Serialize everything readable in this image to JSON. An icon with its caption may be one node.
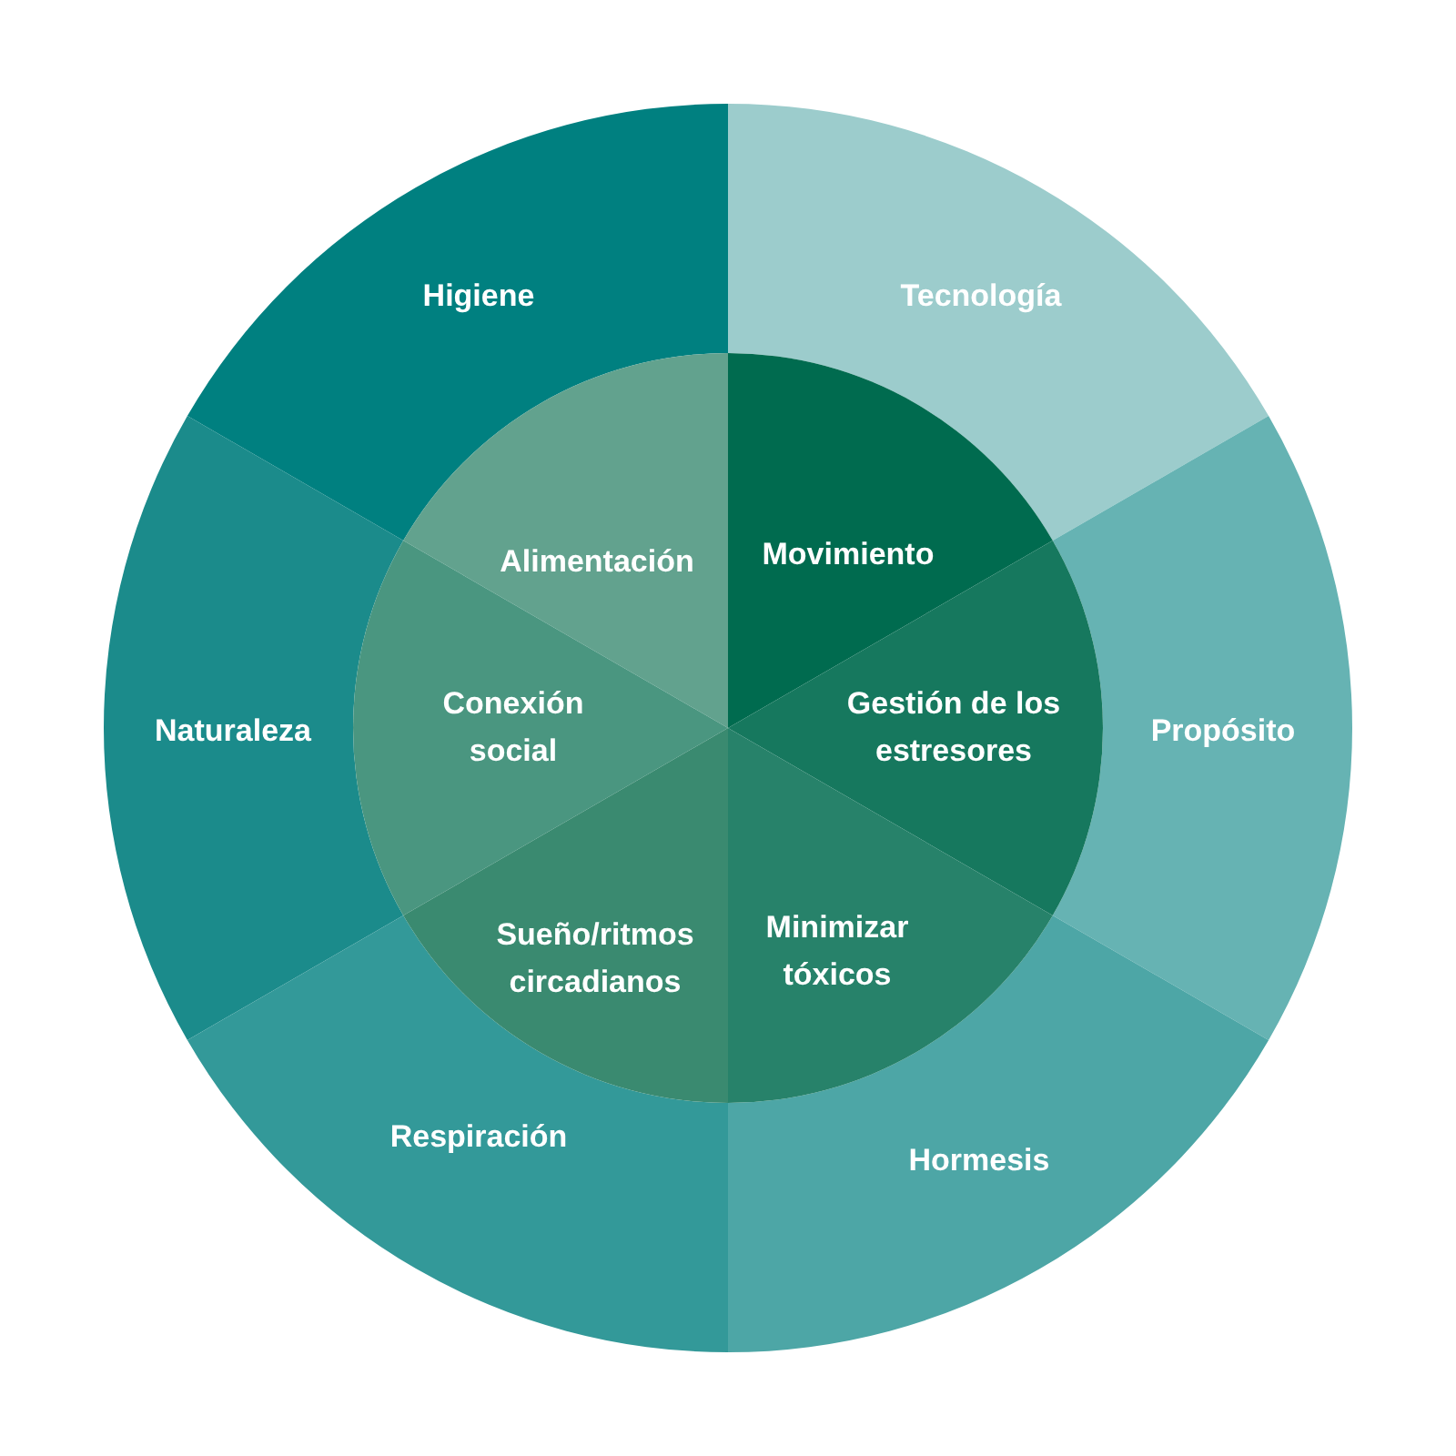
{
  "diagram": {
    "nodes": [
      {
        "text": [
          "Higiene"
        ]
      },
      {
        "text": [
          "Tecnología"
        ]
      },
      {
        "text": [
          "Naturaleza"
        ]
      },
      {
        "text": [
          "Propósito"
        ]
      },
      {
        "text": [
          "Respiración"
        ]
      },
      {
        "text": [
          "Hormesis"
        ]
      },
      {
        "text": [
          "Alimentación"
        ]
      },
      {
        "text": [
          "Movimiento"
        ]
      },
      {
        "text": [
          "Conexión social"
        ]
      },
      {
        "text": [
          "Gestión de los estresores"
        ]
      },
      {
        "text": [
          "Sueño/ritmos circadianos"
        ]
      },
      {
        "text": [
          "Minimizar tóxicos"
        ]
      }
    ]
  }
}
